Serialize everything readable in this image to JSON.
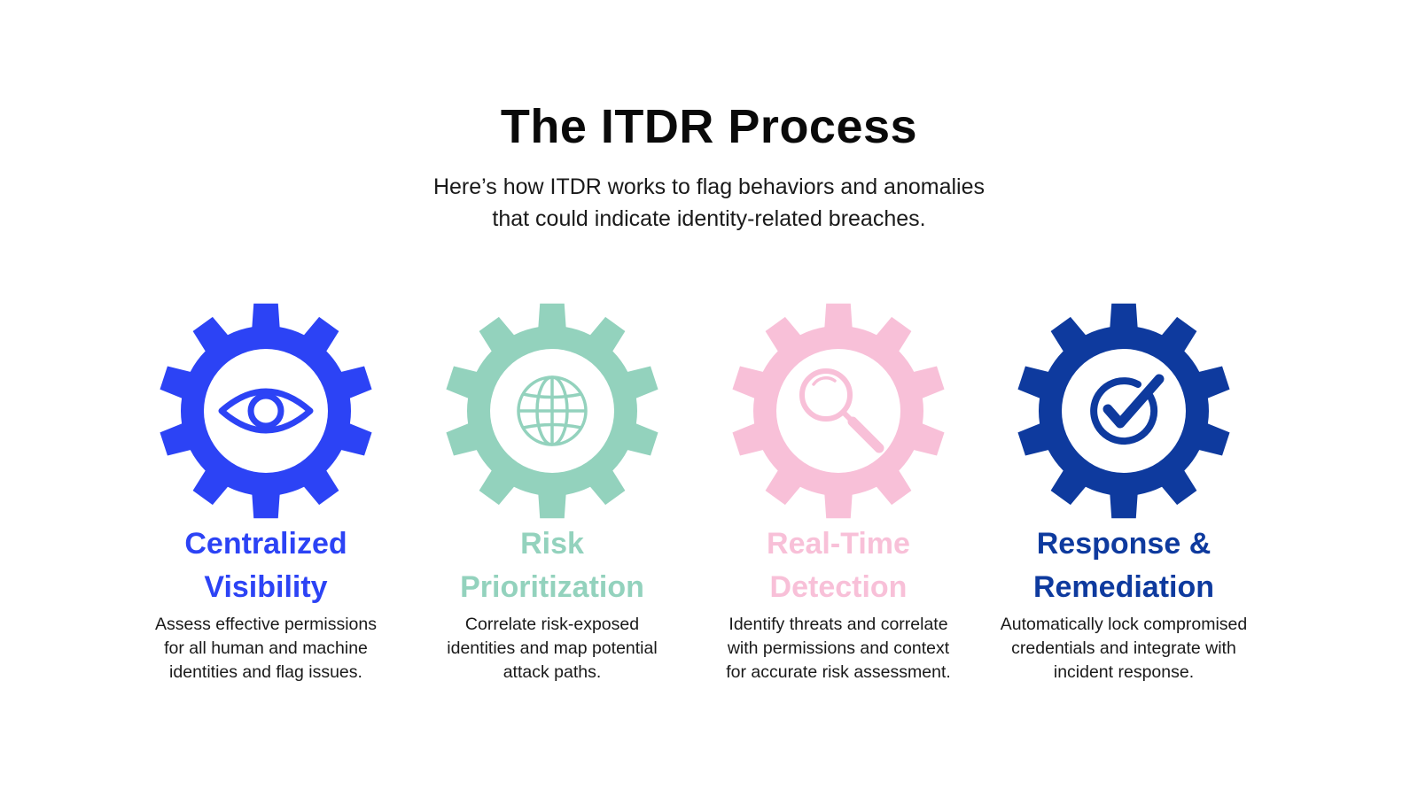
{
  "header": {
    "title": "The ITDR Process",
    "subtitle_lines": [
      "Here’s how ITDR works to flag behaviors and anomalies",
      "that could indicate identity-related breaches."
    ]
  },
  "steps": [
    {
      "icon": "eye-icon",
      "color": "#2c43f5",
      "title_lines": [
        "Centralized",
        "Visibility"
      ],
      "desc_lines": [
        "Assess effective permissions",
        "for all human and machine",
        "identities and flag issues."
      ]
    },
    {
      "icon": "globe-icon",
      "color": "#93d2bd",
      "title_lines": [
        "Risk",
        "Prioritization"
      ],
      "desc_lines": [
        "Correlate risk-exposed",
        "identities and map potential",
        "attack paths."
      ]
    },
    {
      "icon": "magnifier-icon",
      "color": "#f8c0d8",
      "title_lines": [
        "Real-Time",
        "Detection"
      ],
      "desc_lines": [
        "Identify threats and correlate",
        "with permissions and context",
        "for accurate risk assessment."
      ]
    },
    {
      "icon": "check-circle-icon",
      "color": "#0e3a9e",
      "title_lines": [
        "Response &",
        "Remediation"
      ],
      "desc_lines": [
        "Automatically lock compromised",
        "credentials and integrate with",
        "incident response."
      ]
    }
  ]
}
